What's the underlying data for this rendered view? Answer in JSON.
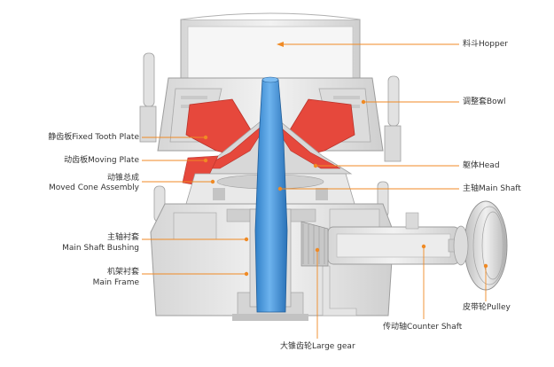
{
  "colors": {
    "leader": "#f08a24",
    "shaft": "#3d8fd6",
    "liner": "#e6483c",
    "body": "#e8e8e8",
    "outline": "#9a9a9a"
  },
  "labels": {
    "hopper": "料斗Hopper",
    "bowl": "调整套Bowl",
    "fixed_plate": "静齿板Fixed Tooth Plate",
    "moving_plate": "动齿板Moving Plate",
    "cone_assembly_cn": "动锥总成",
    "cone_assembly_en": "Moved Cone Assembly",
    "head": "躯体Head",
    "main_shaft": "主轴Main Shaft",
    "bushing_cn": "主轴衬套",
    "bushing_en": "Main Shaft Bushing",
    "frame_cn": "机架衬套",
    "frame_en": "Main Frame",
    "pulley": "皮带轮Pulley",
    "counter_shaft": "传动轴Counter Shaft",
    "large_gear": "大锥齿轮Large gear"
  }
}
